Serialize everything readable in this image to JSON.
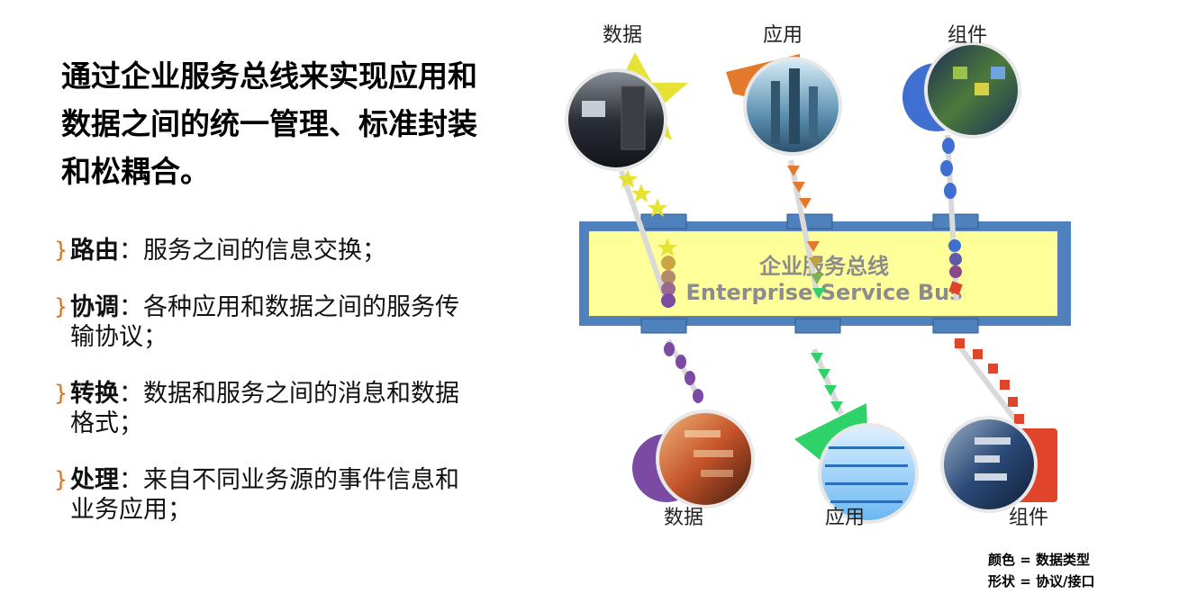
{
  "title": "通过企业服务总线来实现应用和数据之间的统一管理、标准封装和松耦合。",
  "bullets": [
    {
      "term": "路由",
      "colon": "：",
      "desc": "服务之间的信息交换；"
    },
    {
      "term": "协调",
      "colon": "：",
      "desc": "各种应用和数据之间的服务传输协议；"
    },
    {
      "term": "转换",
      "colon": "：",
      "desc": "数据和服务之间的消息和数据格式；"
    },
    {
      "term": "处理",
      "colon": "：",
      "desc": "来自不同业务源的事件信息和业务应用；"
    }
  ],
  "bullet_mark": "}",
  "bus": {
    "title_cn": "企业服务总线",
    "title_en": "Enterprise Service Bus"
  },
  "top_labels": [
    "数据",
    "应用",
    "组件"
  ],
  "bottom_labels": [
    "数据",
    "应用",
    "组件"
  ],
  "legend": {
    "line1": "颜色 = 数据类型",
    "line2": "形状 = 协议/接口"
  },
  "colors": {
    "star": "#e6e234",
    "orange": "#e3792d",
    "blue": "#3f6fd0",
    "purple": "#7b4ba3",
    "green": "#2fd268",
    "red": "#e0442b",
    "bus_fill": "#ffff99",
    "bus_frame": "#4f81bd"
  }
}
